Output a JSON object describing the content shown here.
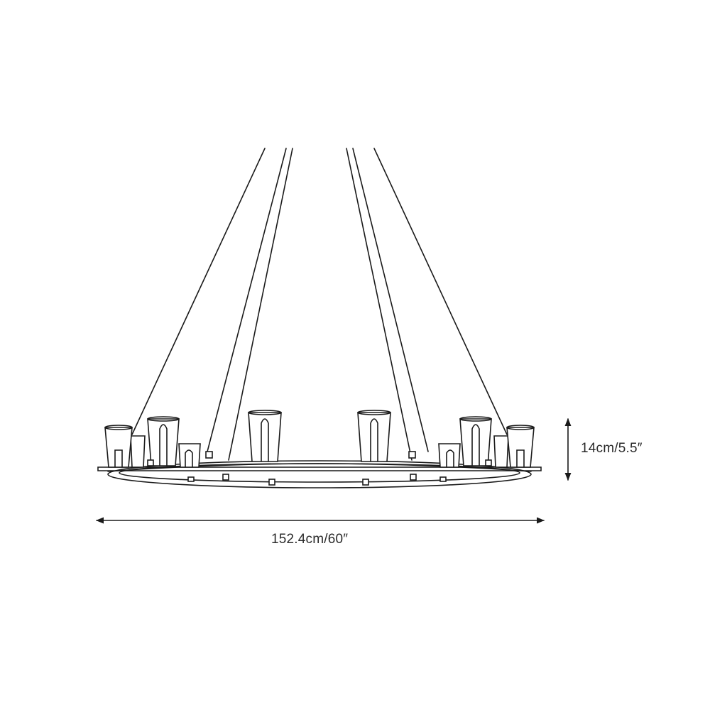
{
  "diagram": {
    "subject": "ring chandelier with twelve candle-style shades suspended by six rods",
    "line_color": "#1a1a1a",
    "background": "#ffffff"
  },
  "dimensions": {
    "height": "14cm/5.5″",
    "width": "152.4cm/60″"
  }
}
